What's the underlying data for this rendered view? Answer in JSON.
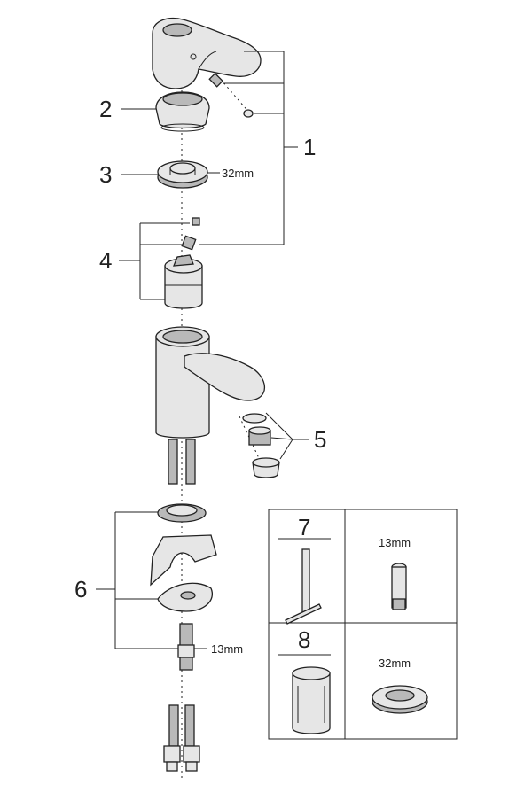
{
  "callouts": {
    "c1": "1",
    "c2": "2",
    "c3": "3",
    "c4": "4",
    "c5": "5",
    "c6": "6",
    "c7": "7",
    "c8": "8"
  },
  "dimensions": {
    "nut_32": "32mm",
    "supply_13": "13mm",
    "tool7_13": "13mm",
    "tool8_32": "32mm"
  }
}
